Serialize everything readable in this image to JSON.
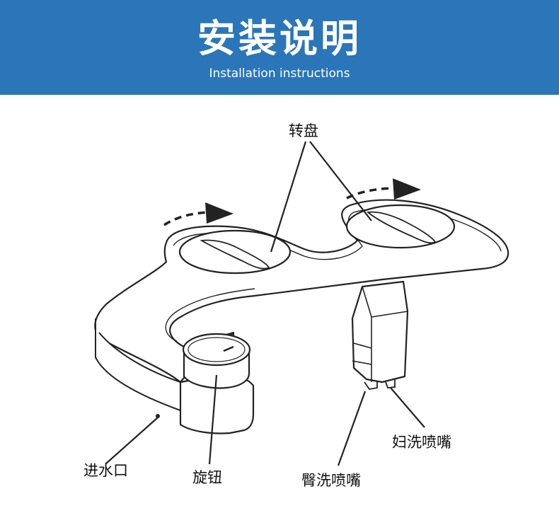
{
  "header": {
    "title": "安装说明",
    "subtitle": "Installation instructions"
  },
  "labels": {
    "dial": "转盘",
    "water_inlet": "进水口",
    "knob": "旋钮",
    "rear_nozzle": "臀洗喷嘴",
    "front_nozzle": "妇洗喷嘴"
  },
  "colors": {
    "header_bg": "#2a76b9",
    "line": "#222222"
  }
}
